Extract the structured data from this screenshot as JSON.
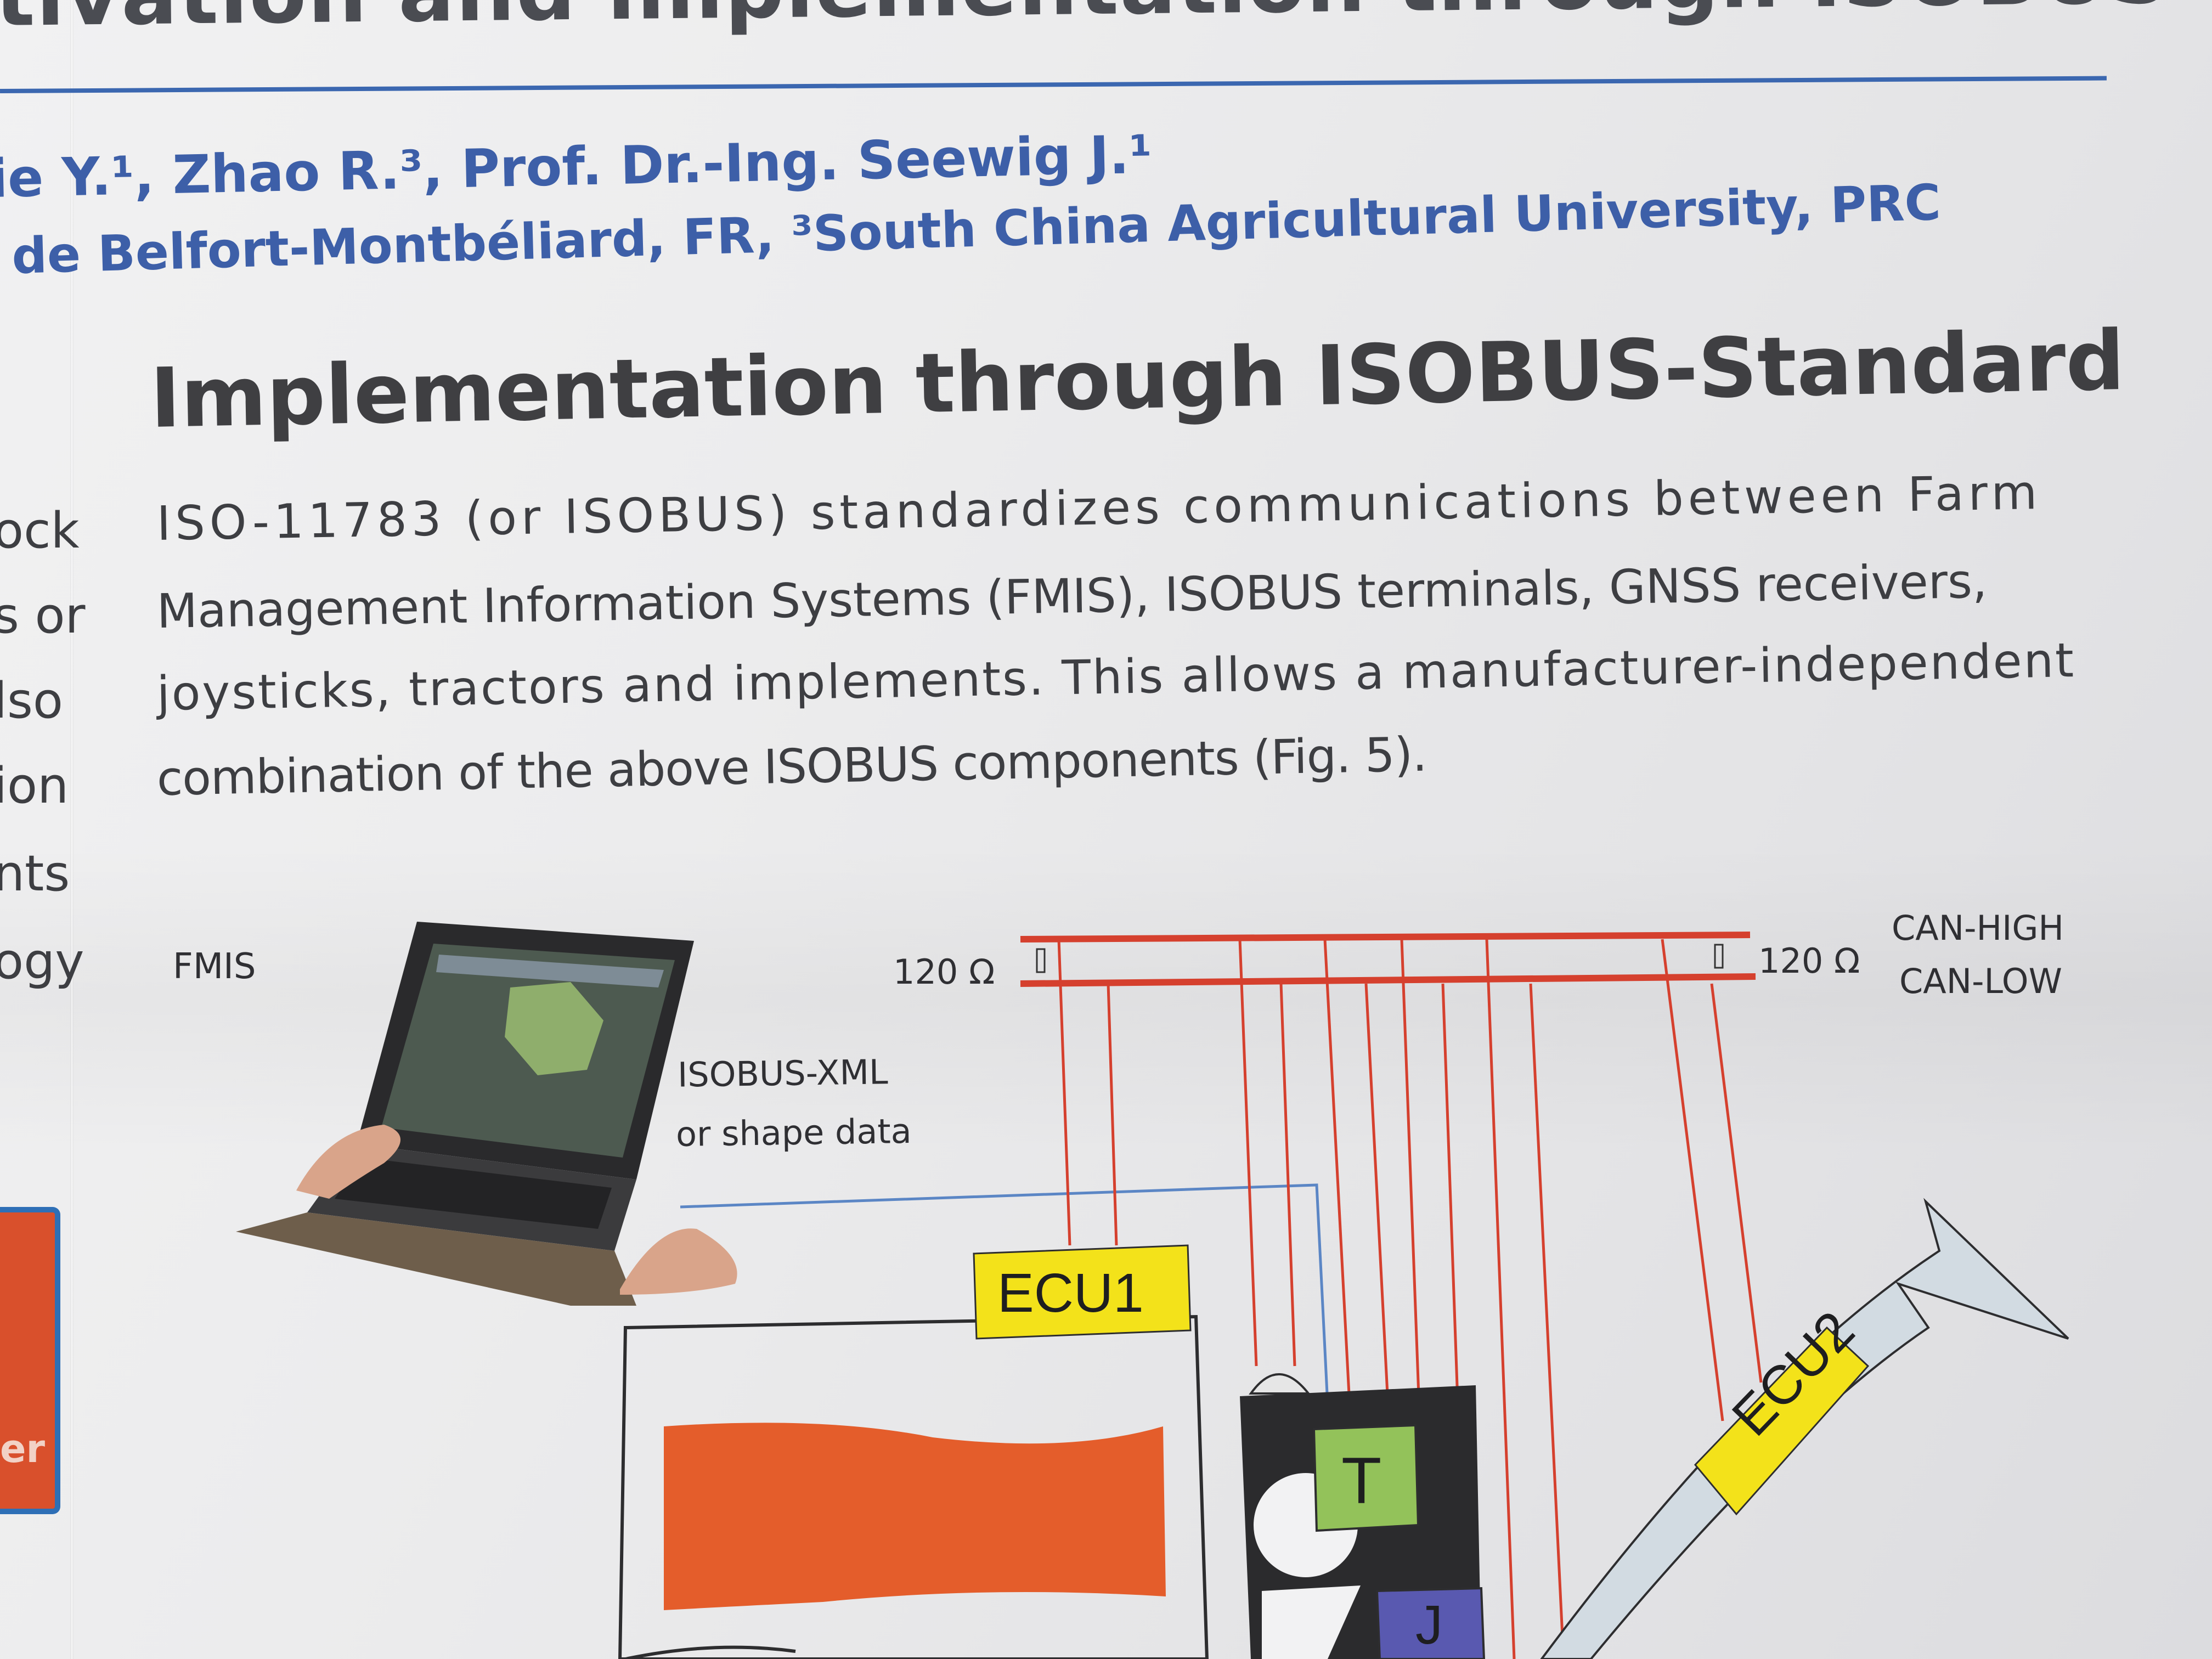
{
  "poster": {
    "title_fragment": "tivation and implementation through ISOBUS",
    "authors_fragment": "ie Y.¹, Zhao R.³, Prof. Dr.-Ing. Seewig J.¹",
    "affiliation_fragment": "de Belfort-Montbéliard, FR, ³South China Agricultural University, PRC",
    "section_heading": "Implementation through ISOBUS-Standard",
    "paragraph_lines": [
      "ISO-11783 (or ISOBUS) standardizes communications between Farm",
      "Management Information Systems (FMIS), ISOBUS terminals, GNSS receivers,",
      "joysticks, tractors and implements. This allows a manufacturer-independent",
      "combination of the above ISOBUS components (Fig. 5)."
    ],
    "left_column_fragments": [
      "ock",
      "s or",
      "lso",
      "ion",
      "nts",
      "ogy"
    ],
    "left_box_fragment": "er"
  },
  "diagram": {
    "fmis_label": "FMIS",
    "resistor_left": "120 Ω",
    "resistor_right": "120 Ω",
    "can_high": "CAN-HIGH",
    "can_low": "CAN-LOW",
    "xml_label_1": "ISOBUS-XML",
    "xml_label_2": "or shape data",
    "ecu1": "ECU1",
    "ecu2": "ECU2",
    "terminal": "T",
    "joystick": "J"
  },
  "colors": {
    "bus_red": "#d5402e",
    "title_blue": "#3d5fa8",
    "ecu_yellow": "#f3e21a",
    "terminal_green": "#93c25a",
    "joystick_purple": "#5959b0",
    "implement_orange": "#e45d2b"
  }
}
